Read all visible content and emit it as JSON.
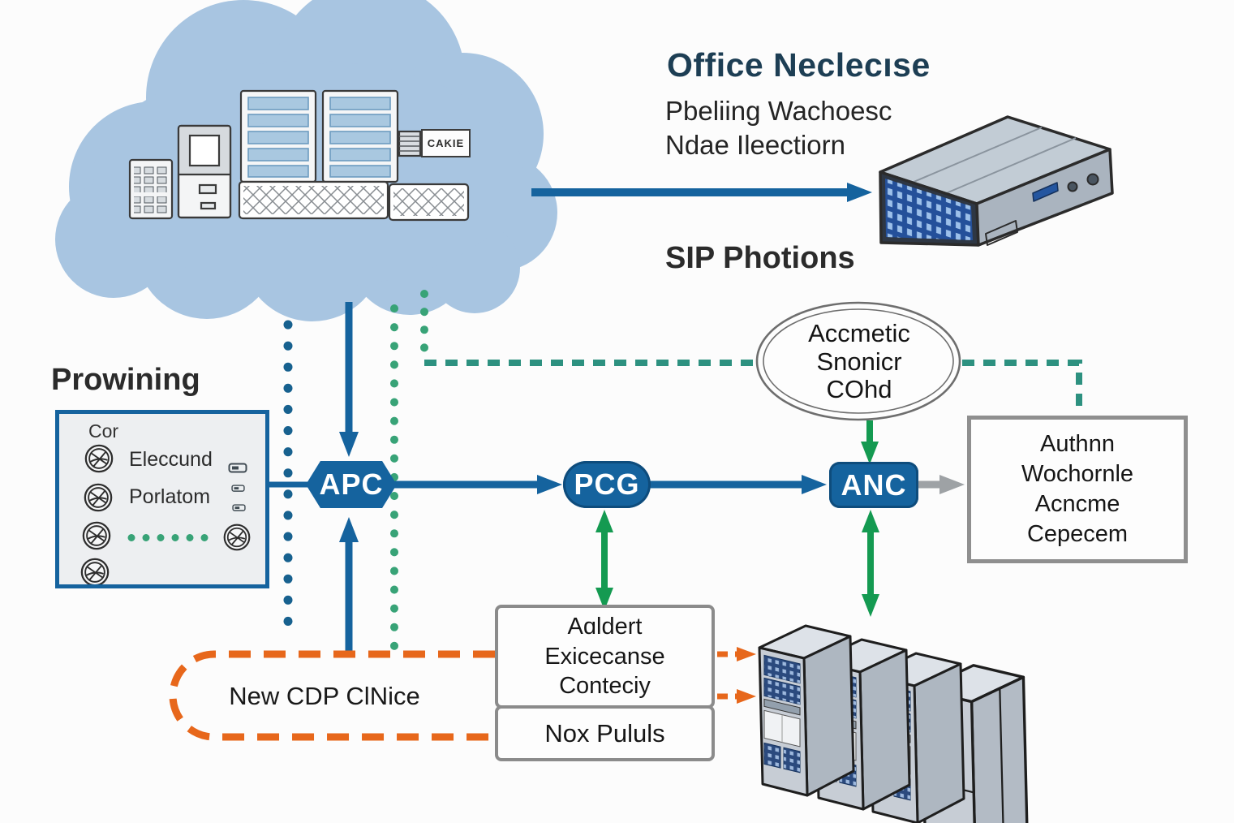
{
  "colors": {
    "blue": "#15639E",
    "blue_dot": "#17618F",
    "green": "#149A51",
    "green_dot": "#38A377",
    "teal_dash": "#2D9180",
    "orange": "#E7671B",
    "gray_arrow": "#9EA2A5",
    "gray_border": "#8F8F8F",
    "cloud": "#A8C5E1",
    "heading": "#1D3E54",
    "ink": "#212121"
  },
  "headings": {
    "office_title": "Office Neclecıse",
    "office_sub_line1": "Pbeliing Wachoesc",
    "office_sub_line2": "Ndae Ileectiorn",
    "sip_title": "SIP Photions",
    "provisioning_title": "Prowining"
  },
  "cloud": {
    "device_label": "CAKIE"
  },
  "flow_nodes": {
    "apc": "APC",
    "pcg": "PCG",
    "anc": "ANC"
  },
  "ellipse": {
    "line1": "Accmetic",
    "line2": "Snonicr",
    "line3": "COhd"
  },
  "auth_box": {
    "line1": "Authnn",
    "line2": "Wochornle",
    "line3": "Acncme",
    "line4": "Cepecem"
  },
  "provisioning_box": {
    "header": "Cor",
    "item1": "Eleccund",
    "item2": "Porlatom"
  },
  "bottom_flow": {
    "cdp_label": "New CDP ClNice",
    "alert_box_line1": "Aɑldert",
    "alert_box_line2": "Exicecanse",
    "alert_box_line3": "Conteciy",
    "nox_box": "Nox Pululs"
  }
}
